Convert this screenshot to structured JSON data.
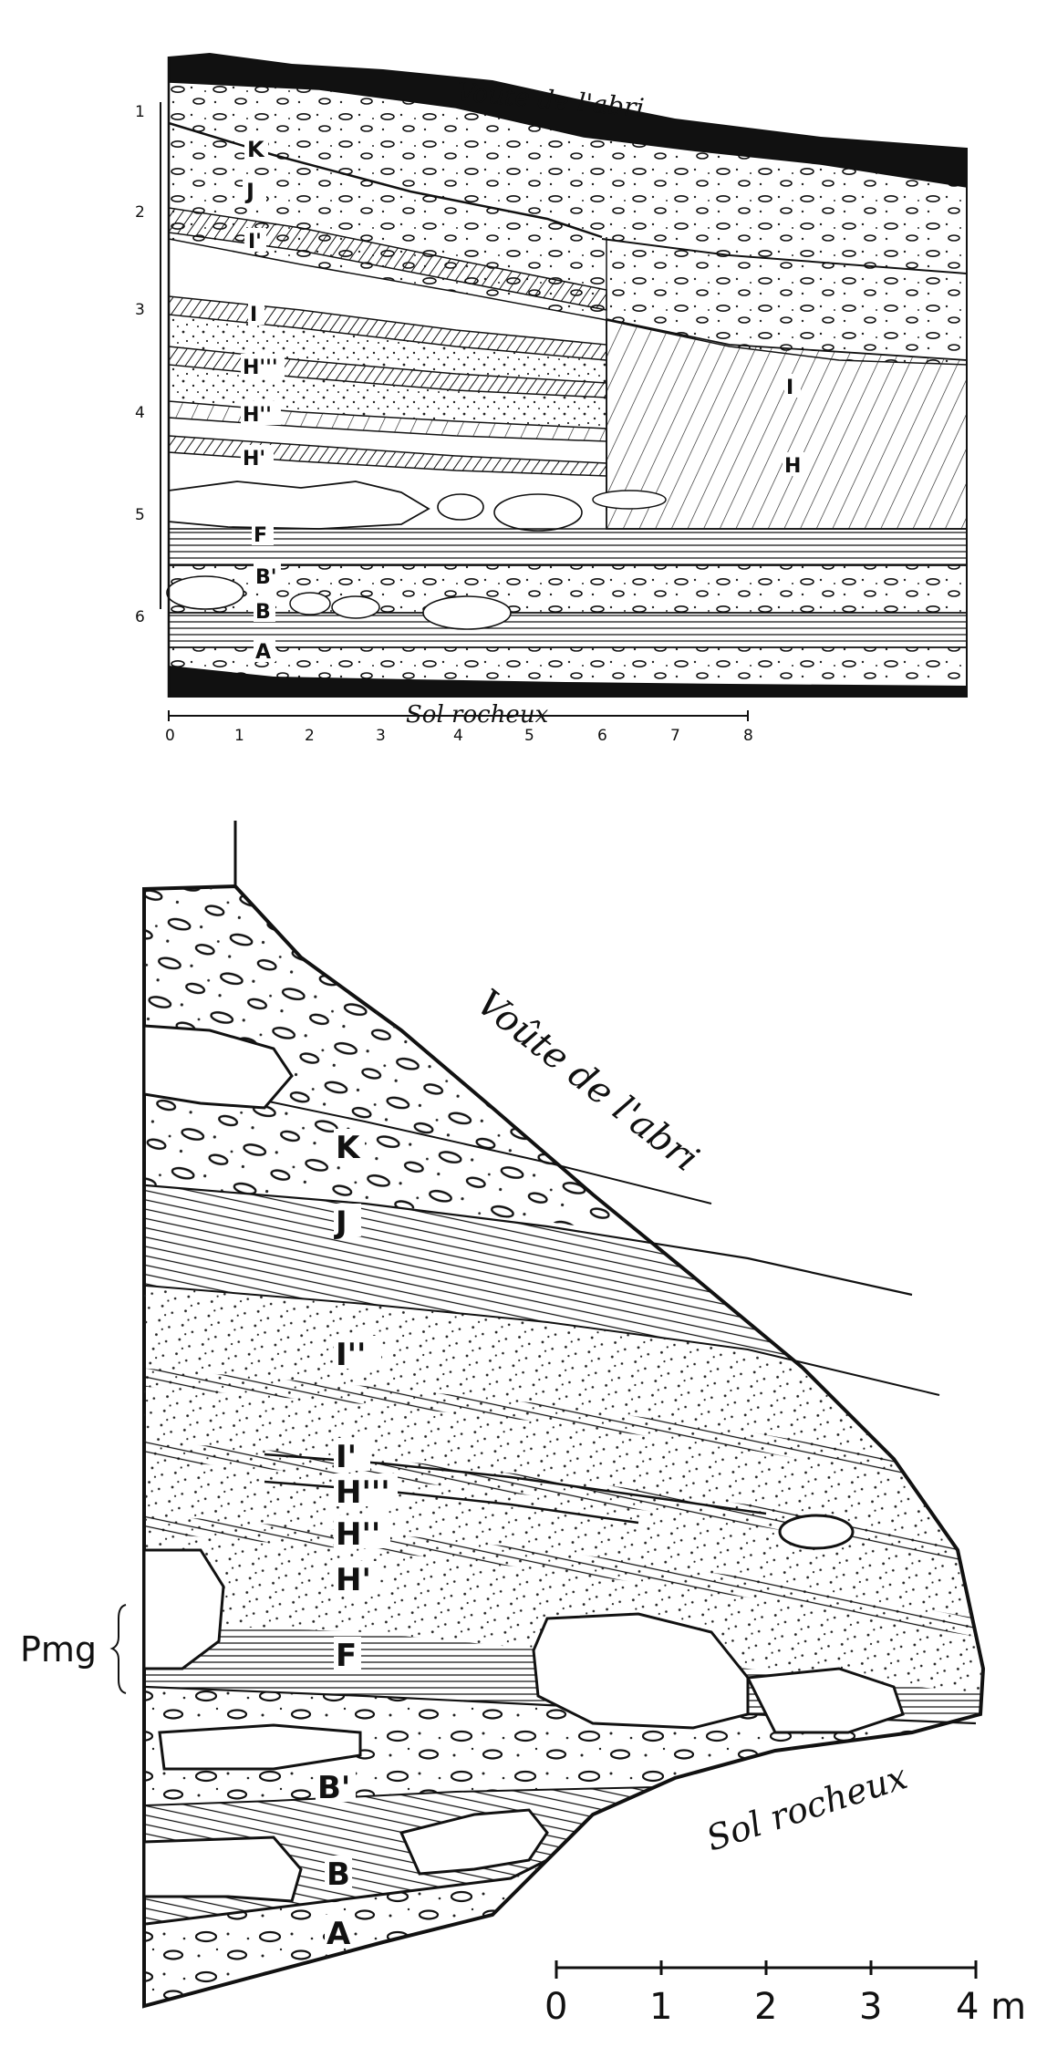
{
  "figure_top": {
    "roof_label": "Voûte de l'abri",
    "floor_label": "Sol rocheux",
    "layer_labels": [
      "K",
      "J",
      "I'",
      "I",
      "H'''",
      "H''",
      "H'",
      "F",
      "B'",
      "B",
      "A"
    ],
    "right_block_labels": [
      "I",
      "H"
    ],
    "depth_scale": [
      "1",
      "2",
      "3",
      "4",
      "5",
      "6"
    ],
    "horizontal_scale": [
      "0",
      "1",
      "2",
      "3",
      "4",
      "5",
      "6",
      "7",
      "8"
    ]
  },
  "figure_bottom": {
    "roof_label": "Voûte de l'abri",
    "floor_label": "Sol rocheux",
    "side_label": "Pmg",
    "layer_labels": [
      "K",
      "J",
      "I''",
      "I'",
      "H'''",
      "H''",
      "H'",
      "F",
      "B'",
      "B",
      "A"
    ],
    "scale_ticks": [
      "0",
      "1",
      "2",
      "3"
    ],
    "scale_end_label": "4 m"
  }
}
